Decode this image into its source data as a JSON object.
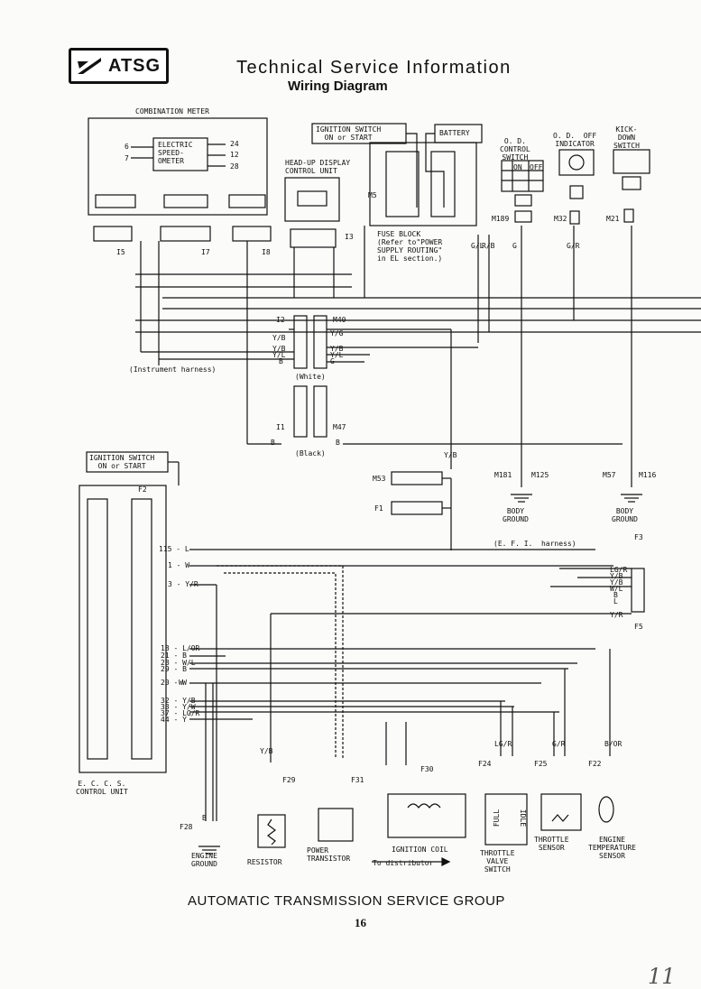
{
  "header": {
    "logo_text": "ATSG",
    "title": "Technical Service Information",
    "subtitle": "Wiring Diagram"
  },
  "components": {
    "combination_meter": "COMBINATION METER",
    "speedometer": "ELECTRIC\nSPEED-\nOMETER",
    "ignition_top": "IGNITION SWITCH\nON or START",
    "battery": "BATTERY",
    "hud": "HEAD-UP DISPLAY\nCONTROL UNIT",
    "fuse_block": "FUSE BLOCK\n(Refer to\"POWER\nSUPPLY ROUTING\"\nin EL section.)",
    "od_control": "O. D.\nCONTROL\nSWITCH",
    "od_on": "ON",
    "od_off": "OFF",
    "od_indicator": "O. D.  OFF\nINDICATOR",
    "kickdown": "KICK-\nDOWN\nSWITCH",
    "instrument_harness": "(Instrument harness)",
    "white": "(White)",
    "black": "(Black)",
    "ignition_bottom": "IGNITION SWITCH\nON or START",
    "eccs": "E. C. C. S.\nCONTROL UNIT",
    "efi": "(E. F. I.  harness)",
    "body_ground_1": "BODY\nGROUND",
    "body_ground_2": "BODY\nGROUND",
    "engine_ground": "ENGINE\nGROUND",
    "resistor": "RESISTOR",
    "power_transistor": "POWER\nTRANSISTOR",
    "ignition_coil": "IGNITION COIL",
    "to_distributor": "To distributor",
    "throttle_valve_switch": "THROTTLE\nVALVE\nSWITCH",
    "throttle_sensor": "THROTTLE\nSENSOR",
    "engine_temp_sensor": "ENGINE\nTEMPERATURE\nSENSOR",
    "full": "FULL",
    "idle": "IDLE"
  },
  "connectors": [
    "I5",
    "I7",
    "I8",
    "I3",
    "M5",
    "M189",
    "M32",
    "M21",
    "I2",
    "M40",
    "I1",
    "M47",
    "M53",
    "F1",
    "M181",
    "M125",
    "M57",
    "M116",
    "F2",
    "F3",
    "F5",
    "F24",
    "F25",
    "F22",
    "F28",
    "F29",
    "F31",
    "F30"
  ],
  "pins_meter": {
    "left": [
      "6",
      "7"
    ],
    "right": [
      "24",
      "12",
      "28"
    ]
  },
  "eccs_pins": [
    "115 - L",
    "1 - W",
    "3 - Y/R",
    "18 - L/OR",
    "21 - B",
    "28 - W/L",
    "29 - B",
    "20 - W",
    "32 - Y/B",
    "33 - Y/W",
    "37 - LG/R",
    "44 - Y"
  ],
  "f5_wires": [
    "LG/R",
    "Y/B",
    "Y/B",
    "W/L",
    "B",
    "L",
    "Y/R"
  ],
  "wire_colors": [
    "Y/B",
    "Y/B",
    "Y/L",
    "B",
    "B",
    "Y/G",
    "Y/B",
    "G",
    "Y/L",
    "G/L",
    "R/B",
    "G",
    "G/R",
    "B",
    "Y/B",
    "LG/R",
    "Y/B",
    "G/R",
    "B/OR",
    "W",
    "B"
  ],
  "footer": {
    "org": "AUTOMATIC TRANSMISSION SERVICE GROUP",
    "page": "16",
    "handwritten": "11"
  }
}
